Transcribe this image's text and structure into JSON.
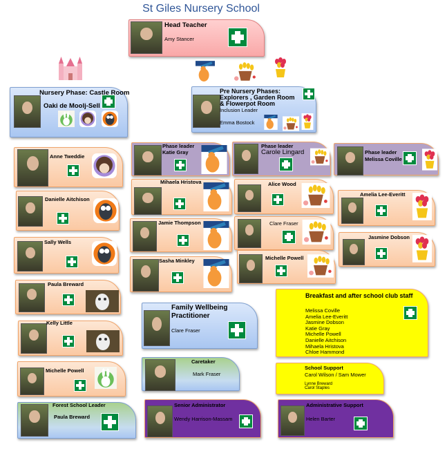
{
  "title": "St Giles Nursery School",
  "cards": {
    "head_teacher": {
      "role": "Head Teacher",
      "name": "Amy Stancer"
    },
    "castle_room": {
      "role": "Nursery Phase: Castle Room",
      "name": "Oaki de Moolj-Sell"
    },
    "pre_nursery": {
      "role": "Pre Nursery Phases:",
      "role2": "Explorers , Garden Room",
      "role3": "& Flowerpot Room",
      "subrole": "Inclusion Leader",
      "name": "Emma Bostock"
    },
    "anne": {
      "name": "Anne Tweddie"
    },
    "danielle": {
      "name": "Danielle Aitchison"
    },
    "sally": {
      "name": "Sally Wells"
    },
    "paula": {
      "name": "Paula Breward"
    },
    "kelly": {
      "name": "Kelly Little"
    },
    "michelle_l": {
      "name": "Michelle Powell"
    },
    "forest": {
      "role": "Forest School Leader",
      "name": "Paula Breward"
    },
    "katie": {
      "role": "Phase leader",
      "name": "Katie Gray"
    },
    "mihaela": {
      "name": "Mihaela Hristova"
    },
    "jamie": {
      "name": "Jamie Thompson"
    },
    "sasha": {
      "name": "Sasha Minkley"
    },
    "wellbeing": {
      "role": "Family Wellbeing",
      "role2": "Practitioner",
      "name": "Clare Fraser"
    },
    "caretaker": {
      "role": "Caretaker",
      "name": "Mark Fraser"
    },
    "senior_admin": {
      "role": "Senior Administrator",
      "name": "Wendy Harrison-Massam"
    },
    "carole": {
      "role": "Phase leader",
      "name": "Carole Lingard"
    },
    "alice": {
      "name": "Alice Wood"
    },
    "clare": {
      "name": "Clare Fraser"
    },
    "michelle_m": {
      "name": "Michelle Powell"
    },
    "melissa": {
      "role": "Phase leader",
      "name": "Melissa Coville"
    },
    "amelia": {
      "name": "Amelia Lee-Everitt"
    },
    "jasmine": {
      "name": "Jasmine Dobson"
    },
    "admin_support": {
      "role": "Administrative Support",
      "name": "Helen Barter"
    },
    "breakfast": {
      "role": "Breakfast and after school club staff",
      "staff": [
        "Melissa Coville",
        "Amelia Lee-Everitt",
        "Jasmine Dobson",
        "Katie Gray",
        "Michelle Powell",
        "Danielle Aitchison",
        "Mihaela Hristova",
        "Chloe Hammond"
      ]
    },
    "school_support": {
      "role": "School Support",
      "name": "Carol Wilson / Sam Mower",
      "name2": "Lynne Breward",
      "name3": "Carol Staples"
    }
  },
  "icons": {
    "first_aid": "first-aid-icon",
    "castle": "castle-icon",
    "bunny": "bunny-icon",
    "hedgehog": "hedgehog-icon",
    "owl": "owl-icon",
    "bear": "bear-telescope-icon",
    "pot": "flowerpot-icon",
    "tulip": "tulip-icon"
  },
  "colors": {
    "title": "#2f5597",
    "first_aid": "#008a3e",
    "yellow": "#ffff00",
    "purple": "#7030a0"
  }
}
